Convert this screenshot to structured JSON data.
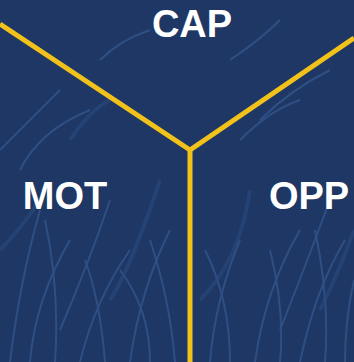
{
  "diagram": {
    "labels": [
      "CAP",
      "MOT",
      "OPP"
    ]
  }
}
